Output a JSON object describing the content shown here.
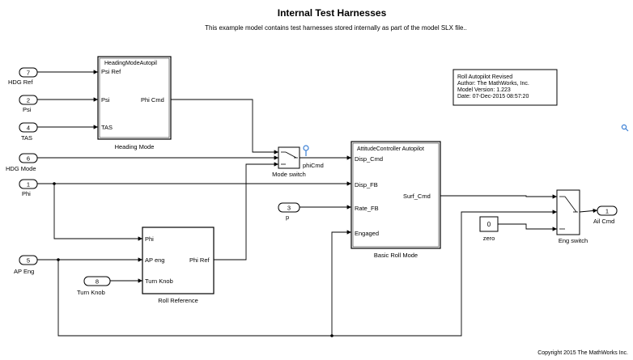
{
  "title": "Internal Test Harnesses",
  "subtitle": "This example model contains test harnesses stored internally as part of the model SLX file..",
  "inports": [
    {
      "num": "7",
      "label": "HDG Ref"
    },
    {
      "num": "2",
      "label": "Psi"
    },
    {
      "num": "4",
      "label": "TAS"
    },
    {
      "num": "6",
      "label": "HDG Mode"
    },
    {
      "num": "1",
      "label": "Phi"
    },
    {
      "num": "5",
      "label": "AP Eng"
    },
    {
      "num": "8",
      "label": "Turn Knob"
    },
    {
      "num": "3",
      "label": "p"
    }
  ],
  "outport": {
    "num": "1",
    "label": "Ail Cmd"
  },
  "heading_block": {
    "inner_title": "HeadingModeAutopil",
    "ports_in": [
      "Psi Ref",
      "Psi",
      "TAS"
    ],
    "port_out": "Phi Cmd",
    "label": "Heading Mode"
  },
  "mode_switch": {
    "label": "Mode switch",
    "signal": "phiCmd"
  },
  "roll_ref_block": {
    "ports_in": [
      "Phi",
      "AP eng",
      "Turn Knob"
    ],
    "port_out": "Phi Ref",
    "label": "Roll Reference"
  },
  "basic_roll_block": {
    "inner_title": "AttitudeController Autopilot",
    "ports_in": [
      "Disp_Cmd",
      "Disp_FB",
      "Rate_FB",
      "Engaged"
    ],
    "port_out": "Surf_Cmd",
    "label": "Basic Roll Mode"
  },
  "const_block": {
    "value": "0",
    "label": "zero"
  },
  "eng_switch": {
    "label": "Eng switch"
  },
  "info_box": {
    "lines": [
      "Roll Autopilot Revised",
      "Author: The MathWorks, Inc.",
      "Model Version: 1.223",
      "Date: 07-Dec-2015 08:57:20"
    ]
  },
  "copyright": "Copyright 2015 The MathWorks Inc.",
  "colors": {
    "line": "#000000",
    "probe": "#3a7fd5"
  },
  "icons": {
    "probe": "probe-icon",
    "search": "search-icon"
  }
}
